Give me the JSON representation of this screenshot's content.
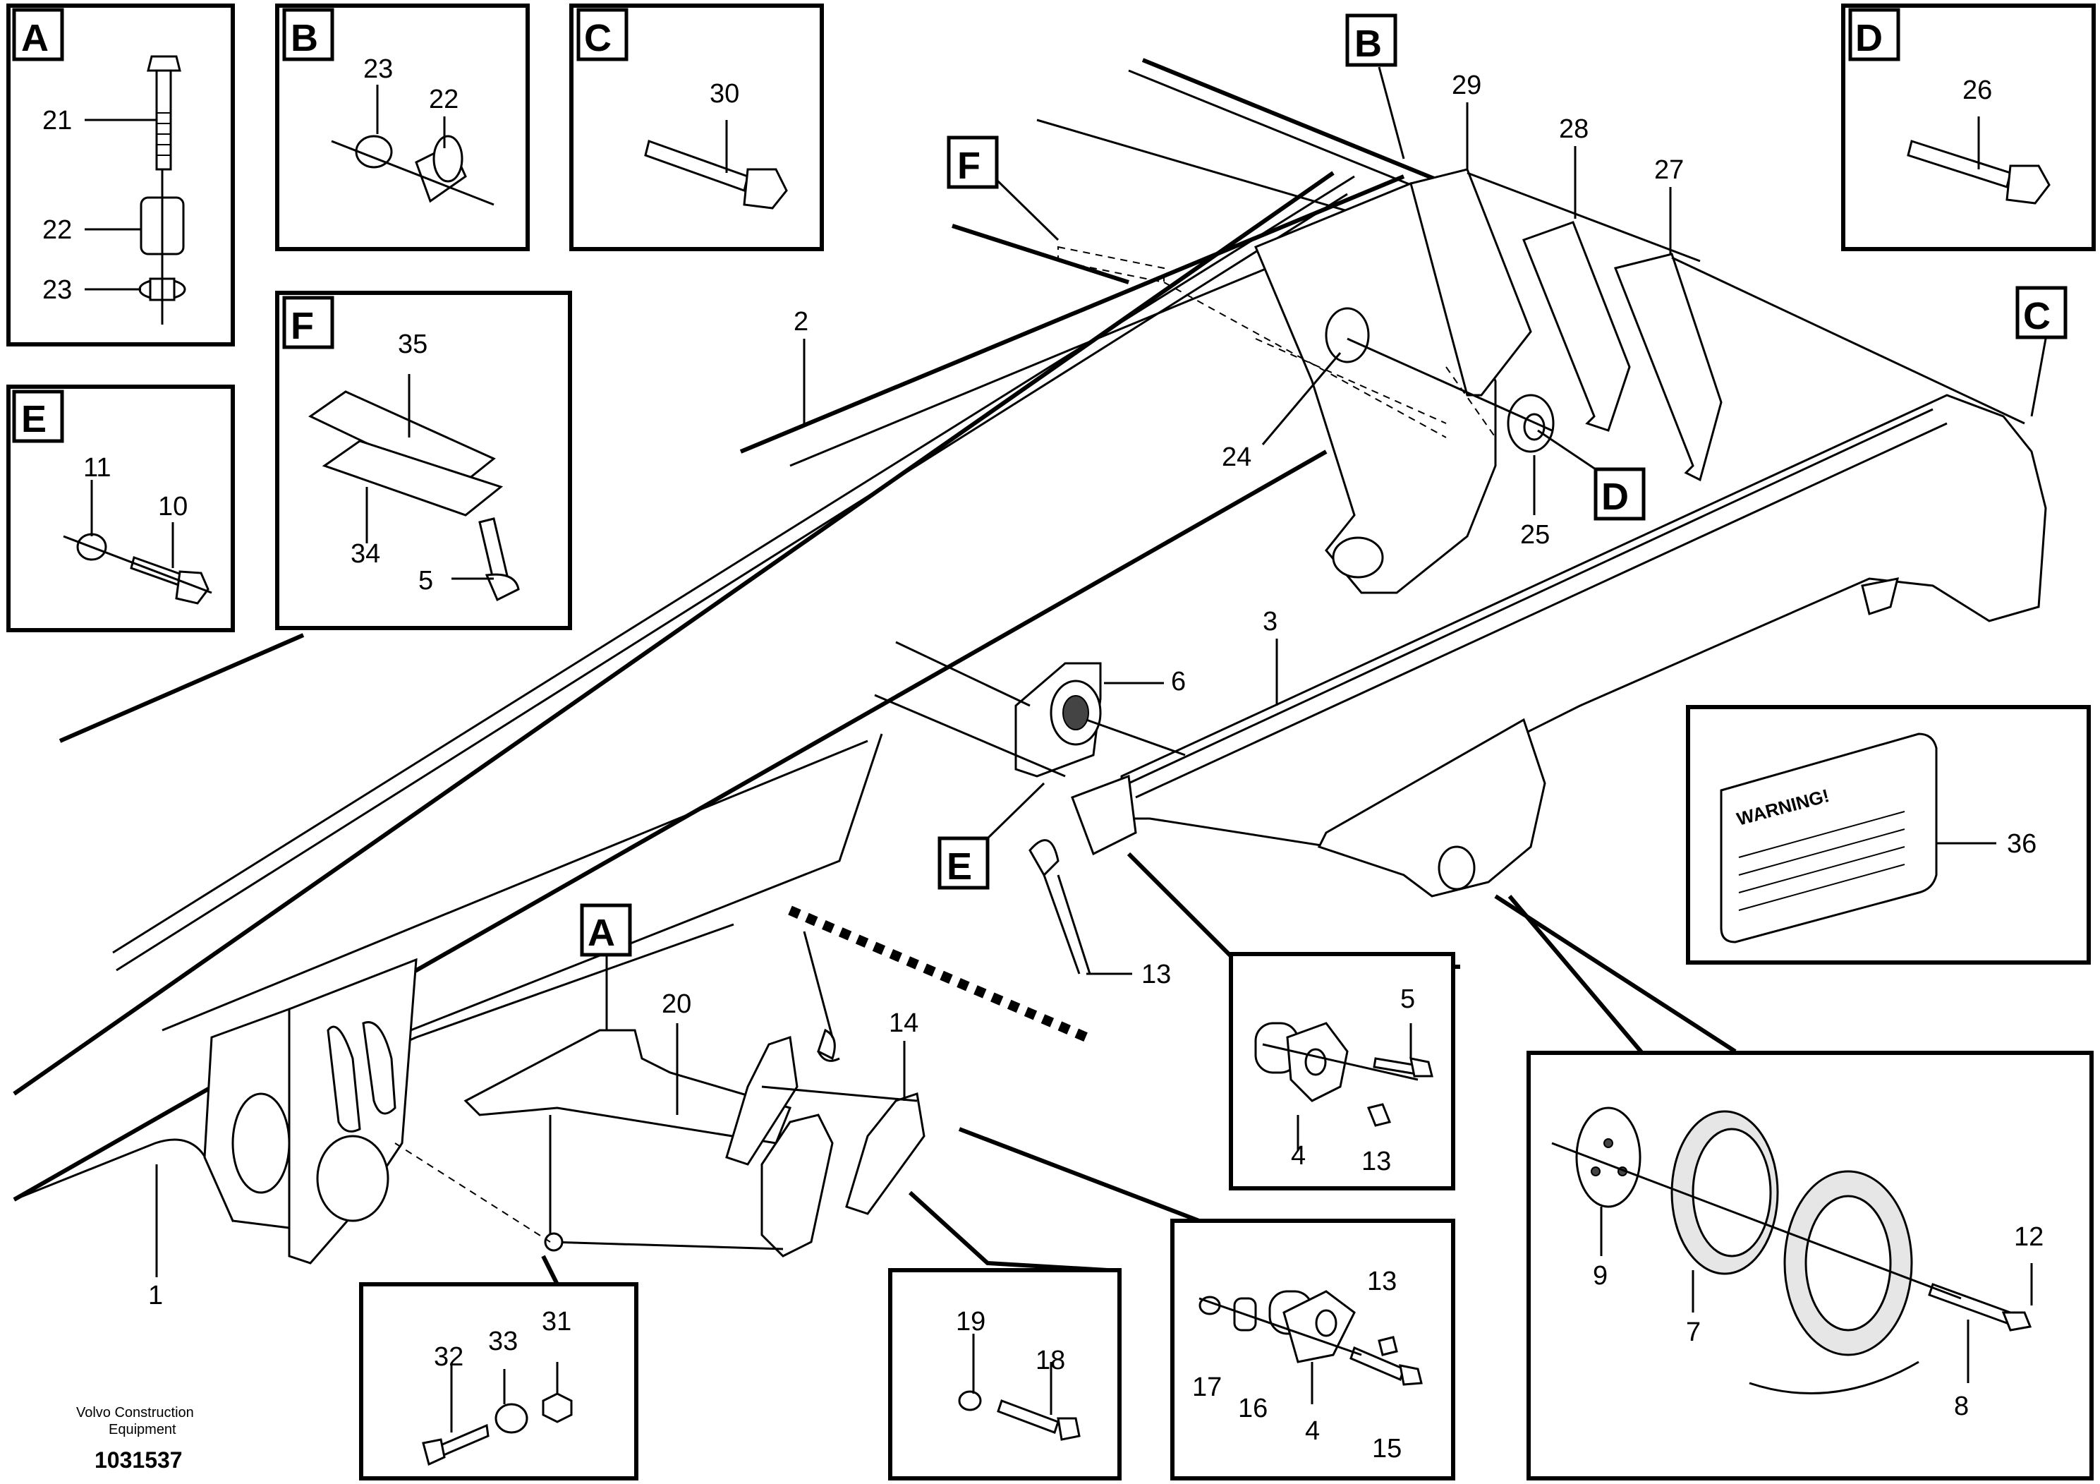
{
  "inset_labels": {
    "A": "A",
    "B": "B",
    "C": "C",
    "D": "D",
    "E": "E",
    "F": "F"
  },
  "part_numbers": {
    "n1": "1",
    "n2": "2",
    "n3": "3",
    "n4": "4",
    "n5": "5",
    "n6": "6",
    "n7": "7",
    "n8": "8",
    "n9": "9",
    "n10": "10",
    "n11": "11",
    "n12": "12",
    "n13": "13",
    "n14": "14",
    "n15": "15",
    "n16": "16",
    "n17": "17",
    "n18": "18",
    "n19": "19",
    "n20": "20",
    "n21": "21",
    "n22": "22",
    "n23": "23",
    "n24": "24",
    "n25": "25",
    "n26": "26",
    "n27": "27",
    "n28": "28",
    "n29": "29",
    "n30": "30",
    "n31": "31",
    "n32": "32",
    "n33": "33",
    "n34": "34",
    "n35": "35",
    "n36": "36"
  },
  "warning_label": "WARNING!",
  "footer": {
    "company_line1": "Volvo Construction",
    "company_line2": "Equipment",
    "drawing_number": "1031537"
  }
}
